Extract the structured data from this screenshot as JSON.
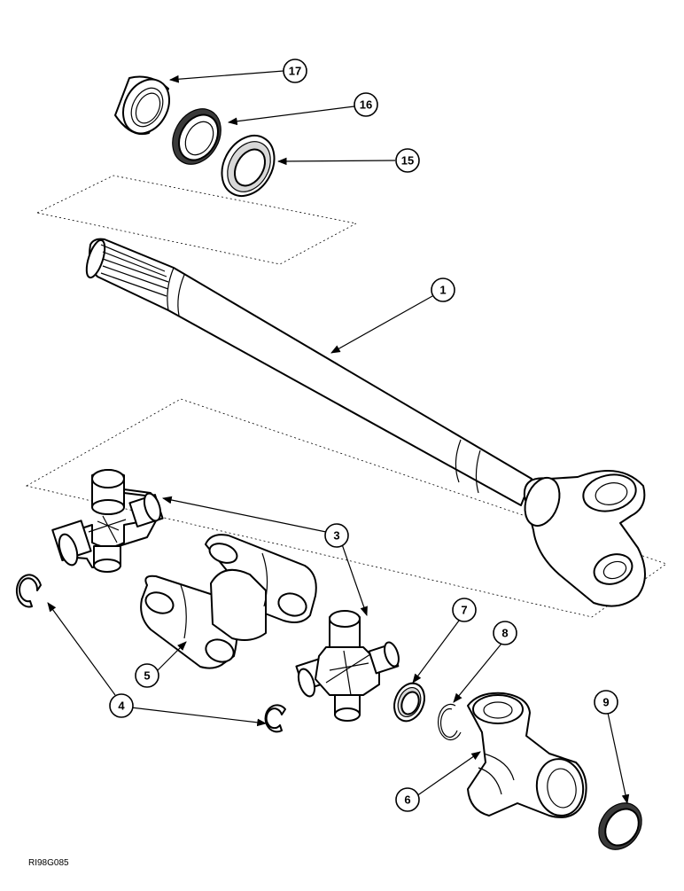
{
  "drawing": {
    "reference_code": "RI98G085"
  },
  "callouts": [
    {
      "id": "1",
      "label": "1"
    },
    {
      "id": "3",
      "label": "3"
    },
    {
      "id": "4",
      "label": "4"
    },
    {
      "id": "5",
      "label": "5"
    },
    {
      "id": "6",
      "label": "6"
    },
    {
      "id": "7",
      "label": "7"
    },
    {
      "id": "8",
      "label": "8"
    },
    {
      "id": "9",
      "label": "9"
    },
    {
      "id": "15",
      "label": "15"
    },
    {
      "id": "16",
      "label": "16"
    },
    {
      "id": "17",
      "label": "17"
    }
  ]
}
